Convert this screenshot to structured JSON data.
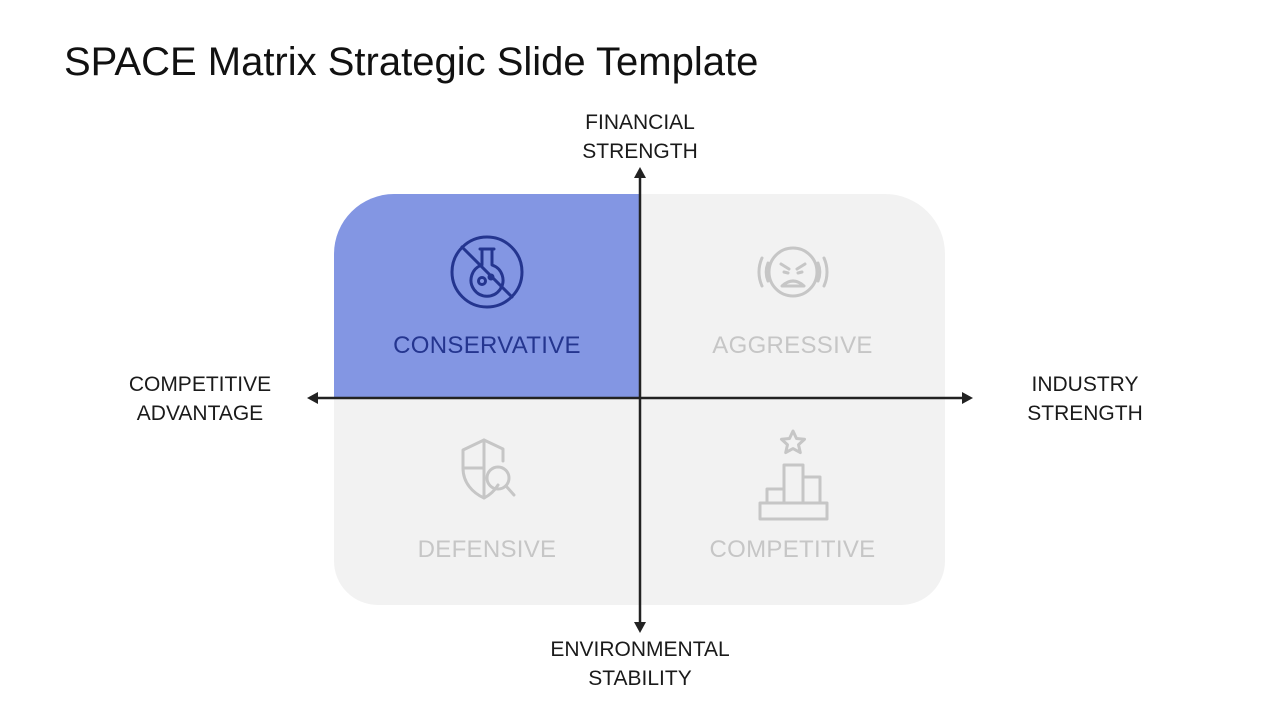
{
  "title": "SPACE Matrix Strategic Slide Template",
  "axes": {
    "top": [
      "FINANCIAL",
      "STRENGTH"
    ],
    "bottom": [
      "ENVIRONMENTAL",
      "STABILITY"
    ],
    "left": [
      "COMPETITIVE",
      "ADVANTAGE"
    ],
    "right": [
      "INDUSTRY",
      "STRENGTH"
    ]
  },
  "quadrants": {
    "top_left": {
      "label": "CONSERVATIVE",
      "icon": "no-flask-icon",
      "highlighted": true
    },
    "top_right": {
      "label": "AGGRESSIVE",
      "icon": "angry-face-icon",
      "highlighted": false
    },
    "bottom_left": {
      "label": "DEFENSIVE",
      "icon": "shield-search-icon",
      "highlighted": false
    },
    "bottom_right": {
      "label": "COMPETITIVE",
      "icon": "podium-star-icon",
      "highlighted": false
    }
  },
  "colors": {
    "highlight_fill": "#8396e3",
    "highlight_text": "#24358f",
    "muted_fill": "#f2f2f2",
    "muted_text": "#c6c6c6",
    "axis": "#222222"
  }
}
